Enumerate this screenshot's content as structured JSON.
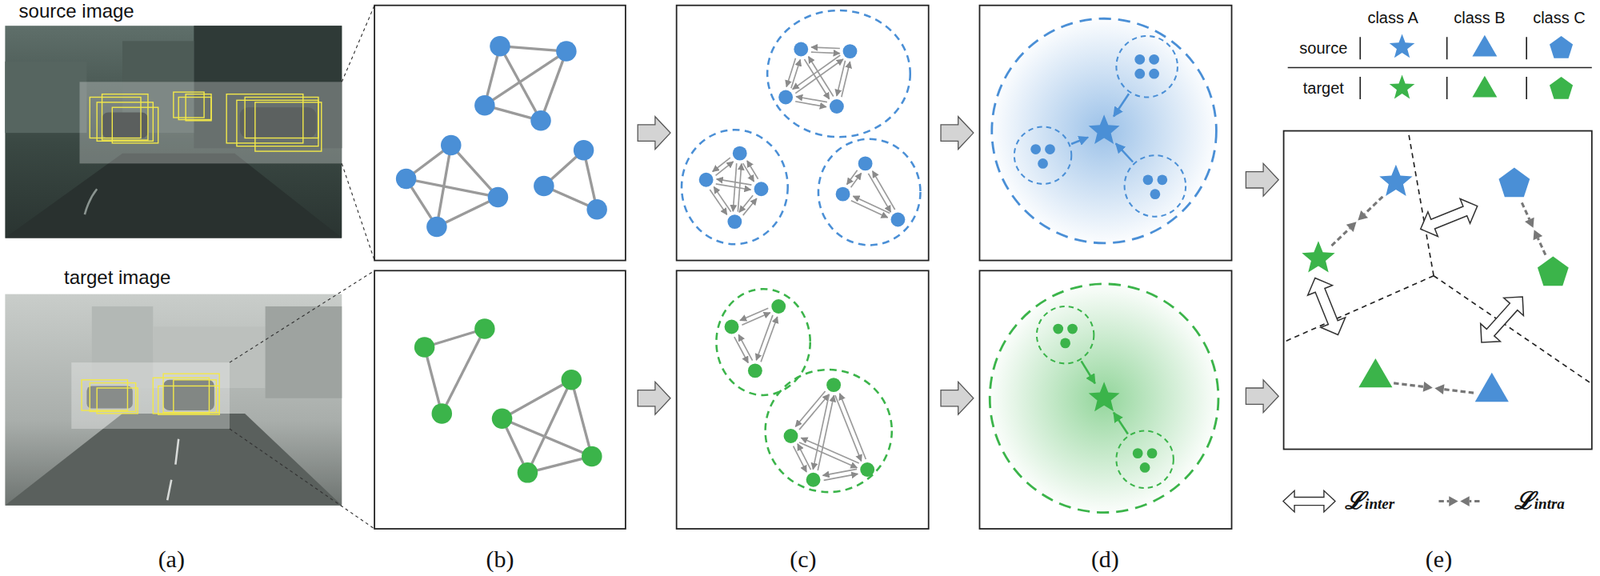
{
  "diagram": {
    "nodes": [
      {
        "text": [
          "source image"
        ]
      },
      {
        "text": [
          "target image"
        ]
      }
    ],
    "labels": [
      "(a)",
      "(b)",
      "(c)",
      "(d)",
      "(e)",
      "class A",
      "class B",
      "class C",
      "source",
      "target"
    ],
    "legend": [
      {
        "text": "ℒinter"
      },
      {
        "text": "ℒintra"
      }
    ]
  }
}
